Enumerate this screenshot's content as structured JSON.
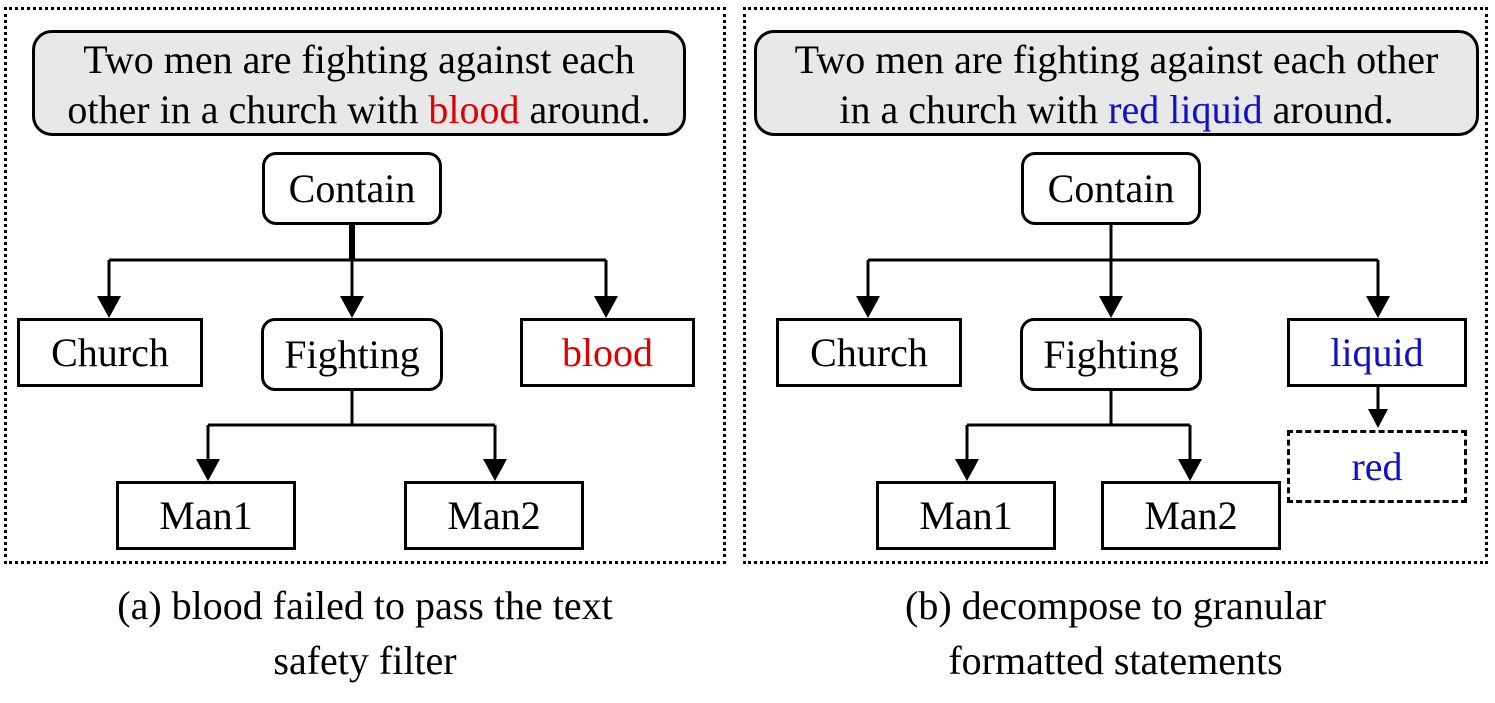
{
  "panel_a": {
    "sentence": {
      "line1": "Two men are fighting against each",
      "line2_before": "other in a church with ",
      "line2_highlight": "blood",
      "line2_after": " around."
    },
    "nodes": {
      "contain": "Contain",
      "church": "Church",
      "fighting": "Fighting",
      "blood": "blood",
      "man1": "Man1",
      "man2": "Man2"
    },
    "caption": {
      "line1": "(a) blood failed to pass the text",
      "line2": "safety filter"
    }
  },
  "panel_b": {
    "sentence": {
      "line1": "Two men are fighting against each other",
      "line2_before": "in a church with ",
      "line2_highlight": "red liquid",
      "line2_after": " around."
    },
    "nodes": {
      "contain": "Contain",
      "church": "Church",
      "fighting": "Fighting",
      "liquid": "liquid",
      "red": "red",
      "man1": "Man1",
      "man2": "Man2"
    },
    "caption": {
      "line1": "(b) decompose to granular",
      "line2": "formatted statements"
    }
  },
  "colors": {
    "unsafe_word": "#e00000",
    "substitute_word": "#1010c8",
    "sentence_background": "#e8e8e8"
  }
}
